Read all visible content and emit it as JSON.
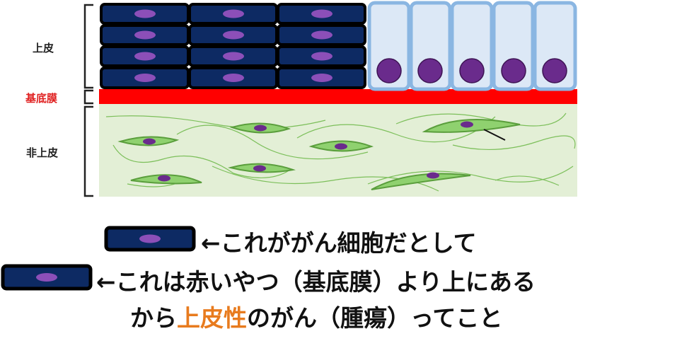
{
  "labels": {
    "epithelium": "上皮",
    "basement_membrane": "基底膜",
    "non_epithelium": "非上皮"
  },
  "legend": {
    "line1": {
      "arrow": "←",
      "text": "これががん細胞だとして"
    },
    "line2": {
      "arrow": "←",
      "text": "これは赤いやつ（基底膜）より上にある"
    },
    "line3": {
      "pre": "から",
      "highlight": "上皮性",
      "post": "のがん（腫瘍）ってこと"
    }
  },
  "colors": {
    "cancer_cell_fill": "#0d2a63",
    "cancer_cell_border": "#000000",
    "nucleus_oval": "#8c4fb8",
    "normal_cell_fill": "#dce8f6",
    "normal_cell_border": "#8ab6e2",
    "nucleus_round": "#6a2b8c",
    "basement_membrane": "#ff0000",
    "stroma": "#e3efd6",
    "fibroblast": "#8fd16f",
    "fiber": "#7cbf5a",
    "highlight_text": "#e87b1e",
    "label_red": "#e02020"
  }
}
